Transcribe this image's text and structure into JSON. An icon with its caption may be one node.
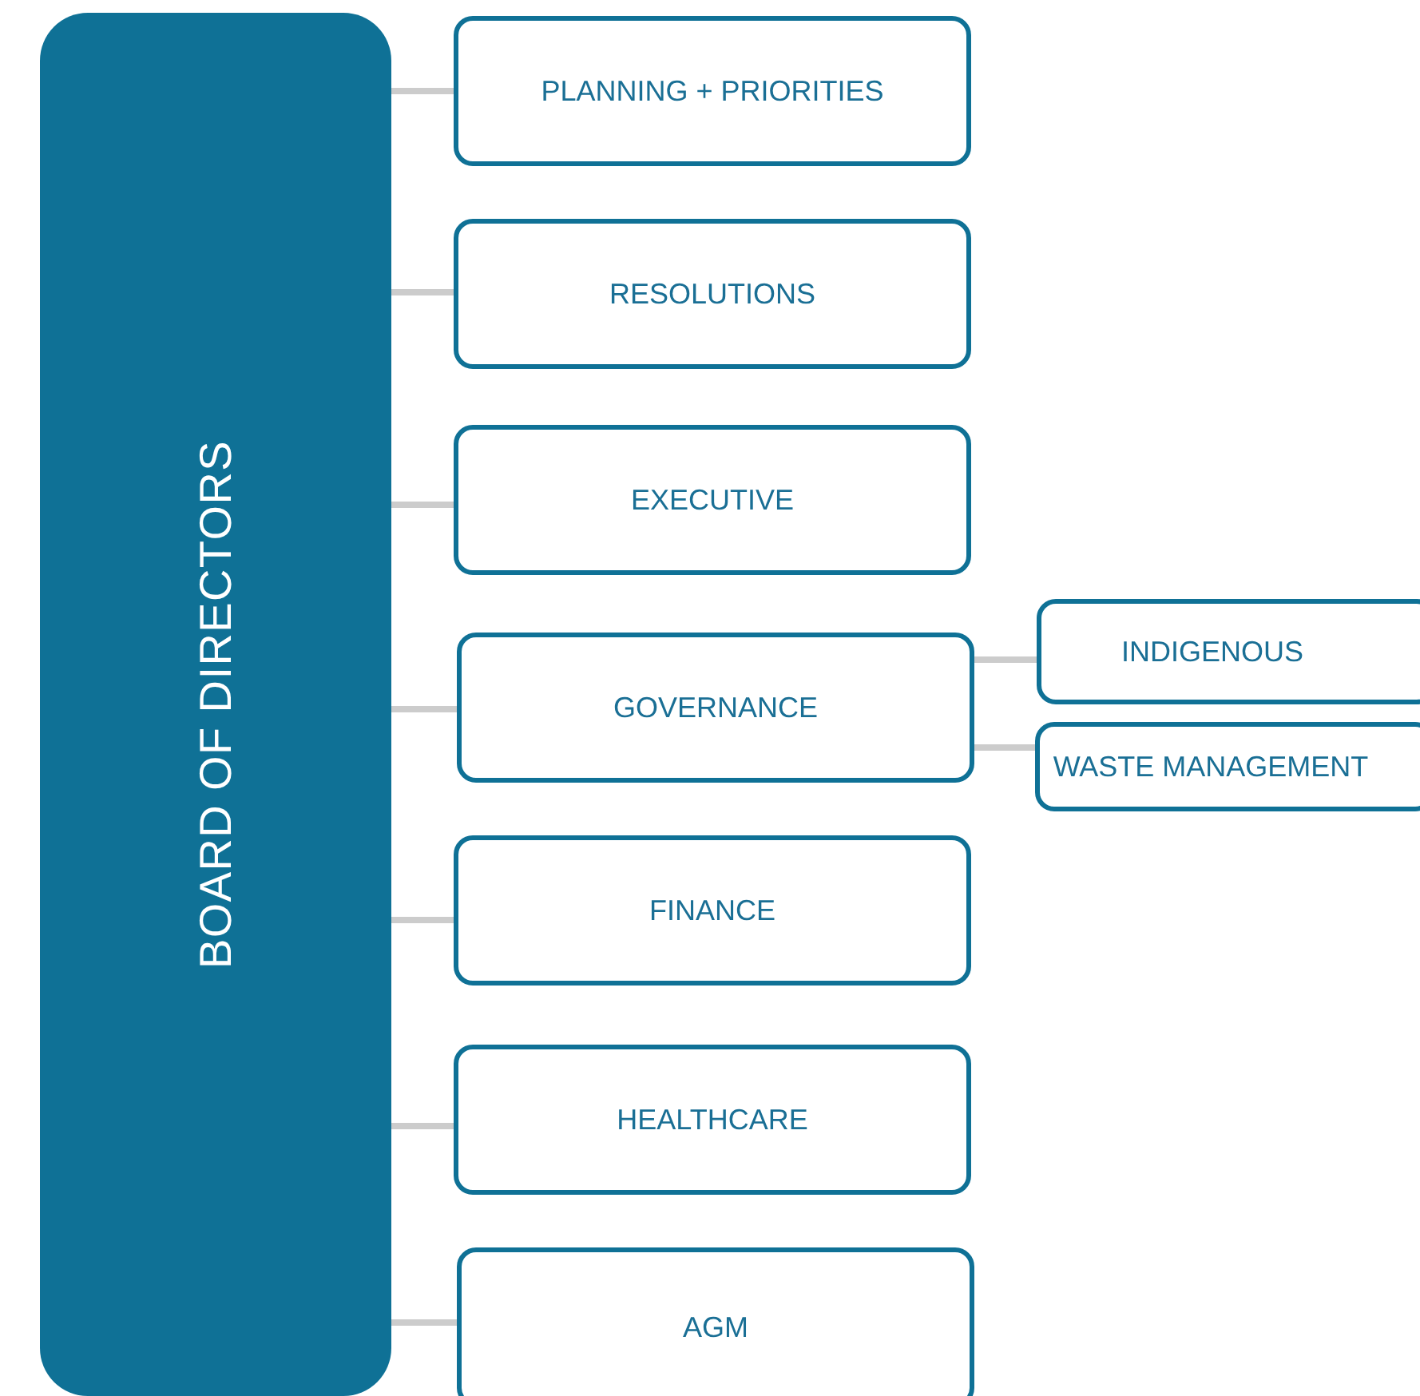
{
  "diagram": {
    "nodes": [
      {
        "text": [
          "BOARD OF DIRECTORS"
        ]
      },
      {
        "text": [
          "PLANNING + PRIORITIES"
        ]
      },
      {
        "text": [
          "RESOLUTIONS"
        ]
      },
      {
        "text": [
          "EXECUTIVE"
        ]
      },
      {
        "text": [
          "GOVERNANCE"
        ]
      },
      {
        "text": [
          "INDIGENOUS"
        ]
      },
      {
        "text": [
          "WASTE MANAGEMENT"
        ]
      },
      {
        "text": [
          "FINANCE"
        ]
      },
      {
        "text": [
          "HEALTHCARE"
        ]
      },
      {
        "text": [
          "AGM"
        ]
      }
    ],
    "edges": [
      {
        "from": 0,
        "to": 1,
        "arrow": "none"
      },
      {
        "from": 0,
        "to": 2,
        "arrow": "none"
      },
      {
        "from": 0,
        "to": 3,
        "arrow": "none"
      },
      {
        "from": 0,
        "to": 4,
        "arrow": "none"
      },
      {
        "from": 4,
        "to": 5,
        "arrow": "none"
      },
      {
        "from": 4,
        "to": 6,
        "arrow": "none"
      },
      {
        "from": 0,
        "to": 7,
        "arrow": "none"
      },
      {
        "from": 0,
        "to": 8,
        "arrow": "none"
      },
      {
        "from": 0,
        "to": 9,
        "arrow": "none"
      }
    ]
  }
}
